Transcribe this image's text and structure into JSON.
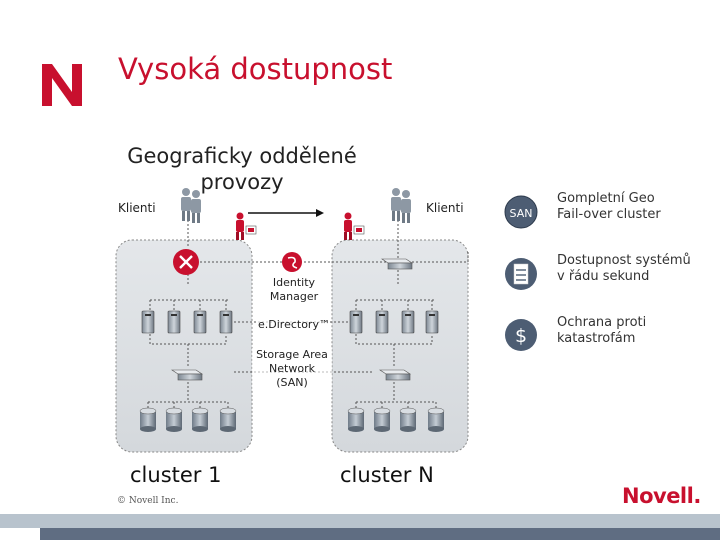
{
  "title": "Vysoká dostupnost",
  "subtitle": "Geograficky oddělené provozy",
  "clients_left": "Klienti",
  "clients_right": "Klienti",
  "identity_manager": "Identity\nManager",
  "edirectory": "e.Directory™",
  "storage": "Storage Area\nNetwork\n(SAN)",
  "cluster_left": "cluster 1",
  "cluster_right": "cluster N",
  "legend": [
    {
      "icon": "san-icon",
      "icon_text": "SAN",
      "text": "Gompletní Geo\nFail-over cluster"
    },
    {
      "icon": "server-icon",
      "icon_text": "",
      "text": "Dostupnost systémů\nv řádu sekund"
    },
    {
      "icon": "dollar-icon",
      "icon_text": "$",
      "text": "Ochrana proti\nkatastrofám"
    }
  ],
  "copyright": "© Novell Inc.",
  "logo_text": "Novell."
}
